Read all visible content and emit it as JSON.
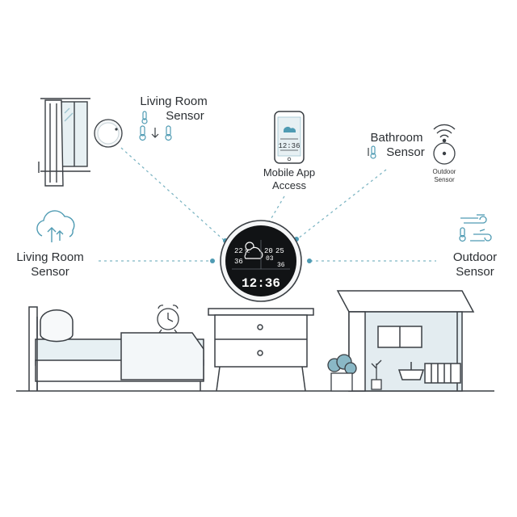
{
  "colors": {
    "line": "#3a3f44",
    "accent": "#4f9bb3",
    "accent_light": "#cfe3ea",
    "dash": "#7fb6c4",
    "panel_fill": "#e7f0f3"
  },
  "labels": {
    "living_room_top": {
      "line1": "Living Room",
      "line2": "Sensor"
    },
    "mobile_app": {
      "line1": "Mobile App",
      "line2": "Access"
    },
    "bathroom": {
      "line1": "Bathroom",
      "line2": "Sensor"
    },
    "outdoor_small": {
      "line1": "Outdoor",
      "line2": "Sensor"
    },
    "living_room_left": {
      "line1": "Living Room",
      "line2": "Sensor"
    },
    "outdoor_right": {
      "line1": "Outdoor",
      "line2": "Sensor"
    }
  },
  "phone": {
    "time": "12:36"
  },
  "station_display": {
    "left_top": "22",
    "left_unit": "°C",
    "left_bottom": "36",
    "right_top": "20",
    "right_top2": "25",
    "right_mid": "03",
    "right_bottom": "36",
    "clock": "12:36"
  },
  "icons": [
    "cloud-upload-icon",
    "thermometer-icon",
    "wifi-icon",
    "sun-cloud-icon",
    "wind-icon",
    "alarm-clock-icon",
    "plant-icon",
    "window-icon"
  ]
}
